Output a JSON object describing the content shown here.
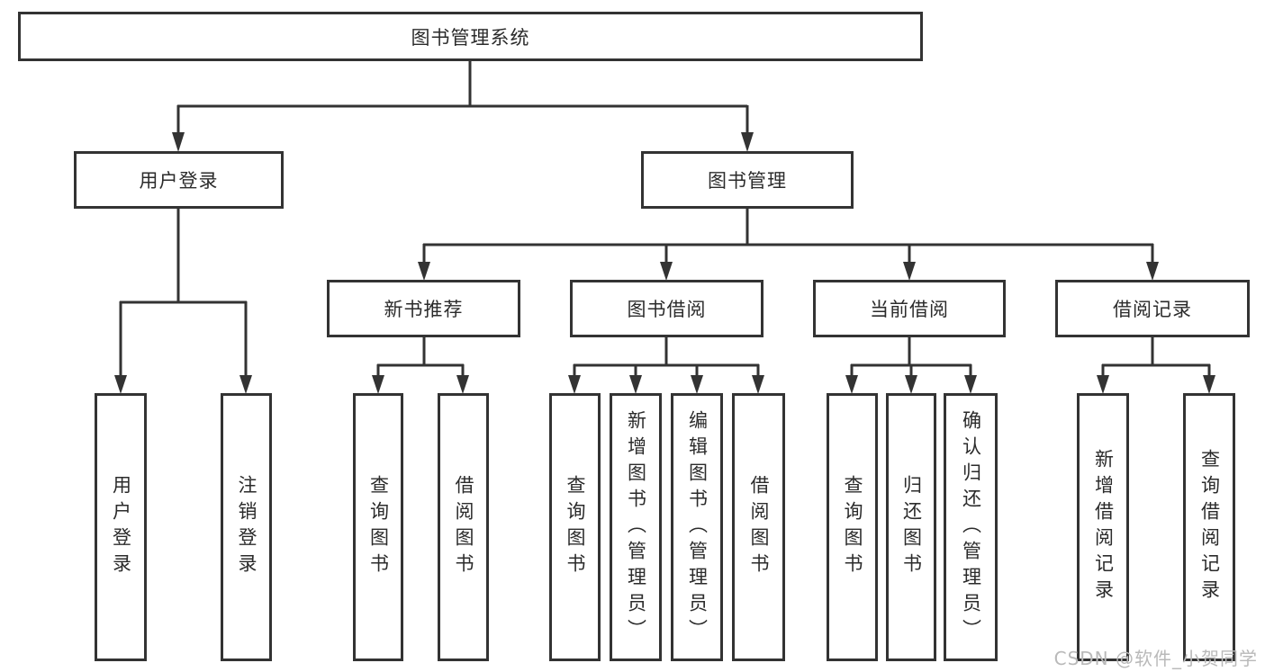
{
  "diagram": {
    "type": "hierarchy-tree",
    "nodes": {
      "root": "图书管理系统",
      "user_login": "用户登录",
      "book_mgmt": "图书管理",
      "new_book": "新书推荐",
      "borrow": "图书借阅",
      "current": "当前借阅",
      "record": "借阅记录",
      "ul_login": "用户登录",
      "ul_logout": "注销登录",
      "nb_query": "查询图书",
      "nb_borrow": "借阅图书",
      "bb_query": "查询图书",
      "bb_add": "新增图书（管理员）",
      "bb_edit": "编辑图书（管理员）",
      "bb_borrow": "借阅图书",
      "cb_query": "查询图书",
      "cb_return": "归还图书",
      "cb_confirm": "确认归还（管理员）",
      "br_add": "新增借阅记录",
      "br_query": "查询借阅记录"
    },
    "edges": [
      [
        "root",
        "user_login"
      ],
      [
        "root",
        "book_mgmt"
      ],
      [
        "user_login",
        "ul_login"
      ],
      [
        "user_login",
        "ul_logout"
      ],
      [
        "book_mgmt",
        "new_book"
      ],
      [
        "book_mgmt",
        "borrow"
      ],
      [
        "book_mgmt",
        "current"
      ],
      [
        "book_mgmt",
        "record"
      ],
      [
        "new_book",
        "nb_query"
      ],
      [
        "new_book",
        "nb_borrow"
      ],
      [
        "borrow",
        "bb_query"
      ],
      [
        "borrow",
        "bb_add"
      ],
      [
        "borrow",
        "bb_edit"
      ],
      [
        "borrow",
        "bb_borrow"
      ],
      [
        "current",
        "cb_query"
      ],
      [
        "current",
        "cb_return"
      ],
      [
        "current",
        "cb_confirm"
      ],
      [
        "record",
        "br_add"
      ],
      [
        "record",
        "br_query"
      ]
    ],
    "colors": {
      "line": "#333333",
      "box_border": "#333333",
      "box_fill": "#ffffff",
      "text": "#2b2b2b",
      "background": "#ffffff",
      "watermark": "#b9b9b9"
    }
  },
  "watermark": "CSDN @软件_小贺同学"
}
